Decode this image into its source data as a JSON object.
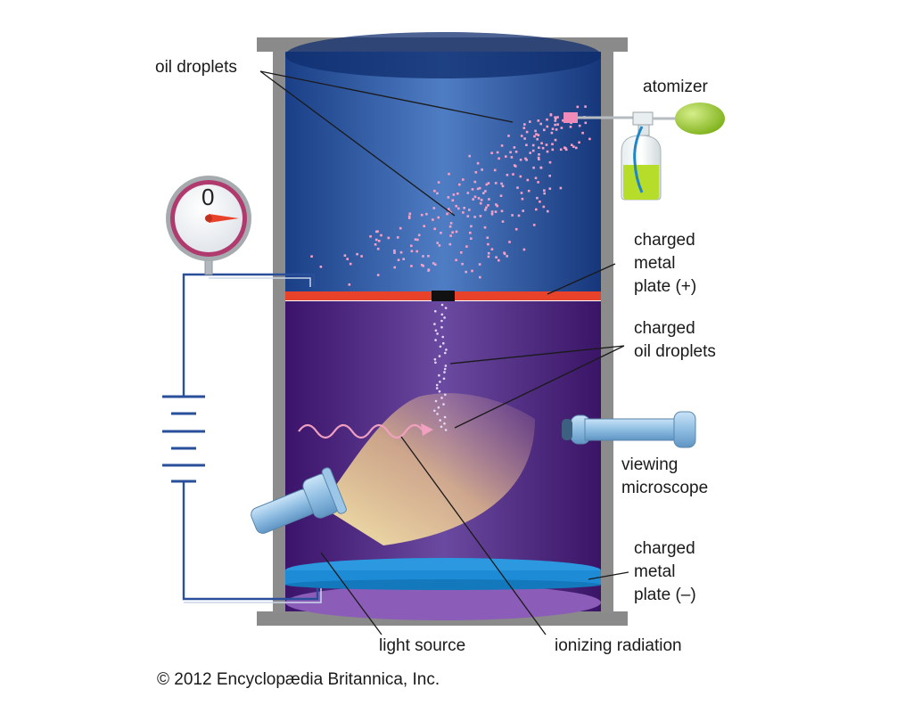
{
  "labels": {
    "oil_droplets": "oil droplets",
    "atomizer": "atomizer",
    "charged_plate_pos": [
      "charged",
      "metal",
      "plate (+)"
    ],
    "charged_oil_droplets": [
      "charged",
      "oil droplets"
    ],
    "viewing_microscope": [
      "viewing",
      "microscope"
    ],
    "charged_plate_neg": [
      "charged",
      "metal",
      "plate (–)"
    ],
    "light_source": "light source",
    "ionizing_radiation": "ionizing radiation"
  },
  "gauge": {
    "reading": "0"
  },
  "copyright": "© 2012 Encyclopædia Britannica, Inc.",
  "colors": {
    "upper_chamber": "#1f4f99",
    "lower_chamber": "#4a1f7a",
    "positive_plate": "#e8422a",
    "negative_plate": "#1d8bd6",
    "droplet": "#f5a0c8",
    "atomizer_bulb": "#9bcc2a",
    "circuit_wire": "#2a4f9a"
  },
  "icons": [
    "gauge-icon",
    "battery-icon",
    "flashlight-icon",
    "microscope-icon",
    "atomizer-icon",
    "wavy-arrow-icon"
  ]
}
